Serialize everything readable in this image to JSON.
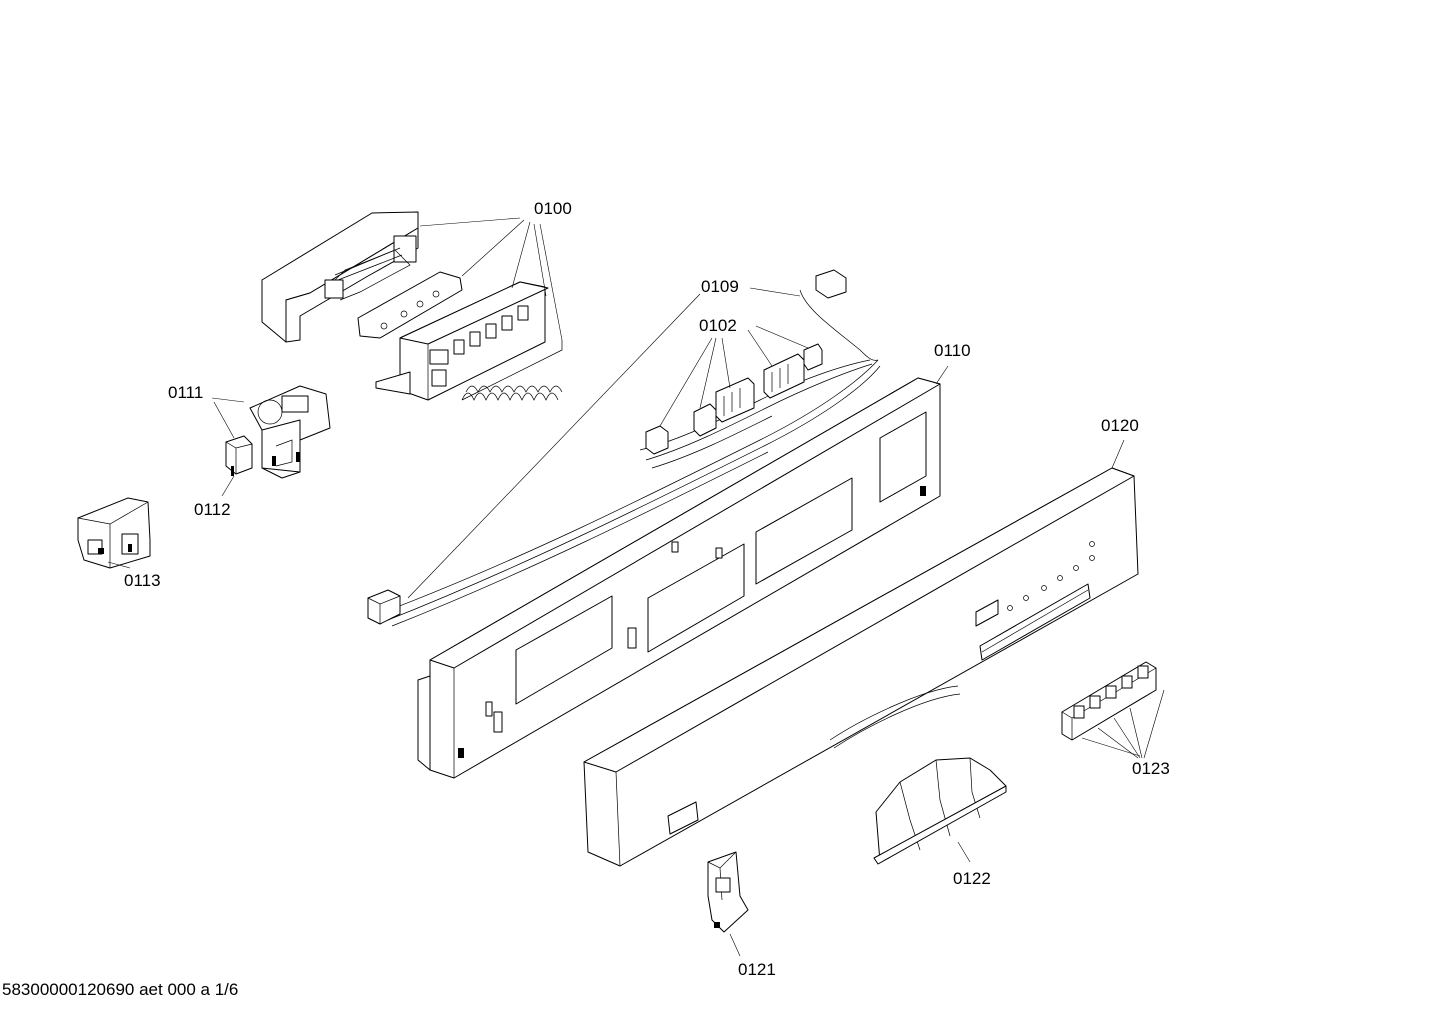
{
  "callouts": {
    "c0100": "0100",
    "c0109": "0109",
    "c0102": "0102",
    "c0110": "0110",
    "c0111": "0111",
    "c0112": "0112",
    "c0113": "0113",
    "c0120": "0120",
    "c0121": "0121",
    "c0122": "0122",
    "c0123": "0123"
  },
  "footer": {
    "drawing_id": "58300000120690 aet 000 a 1/6"
  }
}
